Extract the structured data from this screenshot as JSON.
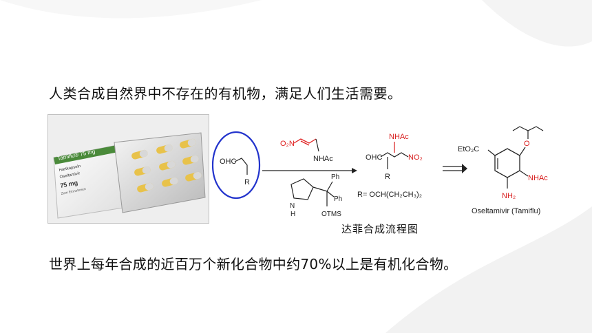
{
  "slide": {
    "heading": "人类合成自然界中不存在的有机物，满足人们生活需要。",
    "footer": "世界上每年合成的近百万个新化合物中约70%以上是有机化合物。",
    "caption": "达菲合成流程图"
  },
  "package": {
    "brand": "Tamiflu® 75 mg",
    "form": "Hartkapseln",
    "ingredient": "Oseltamivir",
    "dose": "75 mg",
    "note": "Zum Einnehmen"
  },
  "scheme": {
    "reactant_aldehyde": "OHC",
    "reactant_r": "R",
    "reagent_nitro": "O₂N",
    "reagent_nhac": "NHAc",
    "catalyst_h": "H",
    "catalyst_n": "N",
    "catalyst_ph1": "Ph",
    "catalyst_ph2": "Ph",
    "catalyst_otms": "OTMS",
    "intermediate_ohc": "OHC",
    "intermediate_nhac": "NHAc",
    "intermediate_no2": "NO₂",
    "intermediate_r": "R",
    "r_definition": "R= OCH(CH₂CH₃)₂",
    "product_ester": "EtO₂C",
    "product_o": "O",
    "product_nhac": "NHAc",
    "product_nh2": "NH₂",
    "product_name": "Oseltamivir (Tamiflu)"
  },
  "colors": {
    "accent_blue": "#2233cc",
    "nitro_red": "#e02020",
    "amine_red": "#d81b1b",
    "pill_yellow": "#e8c24a"
  }
}
